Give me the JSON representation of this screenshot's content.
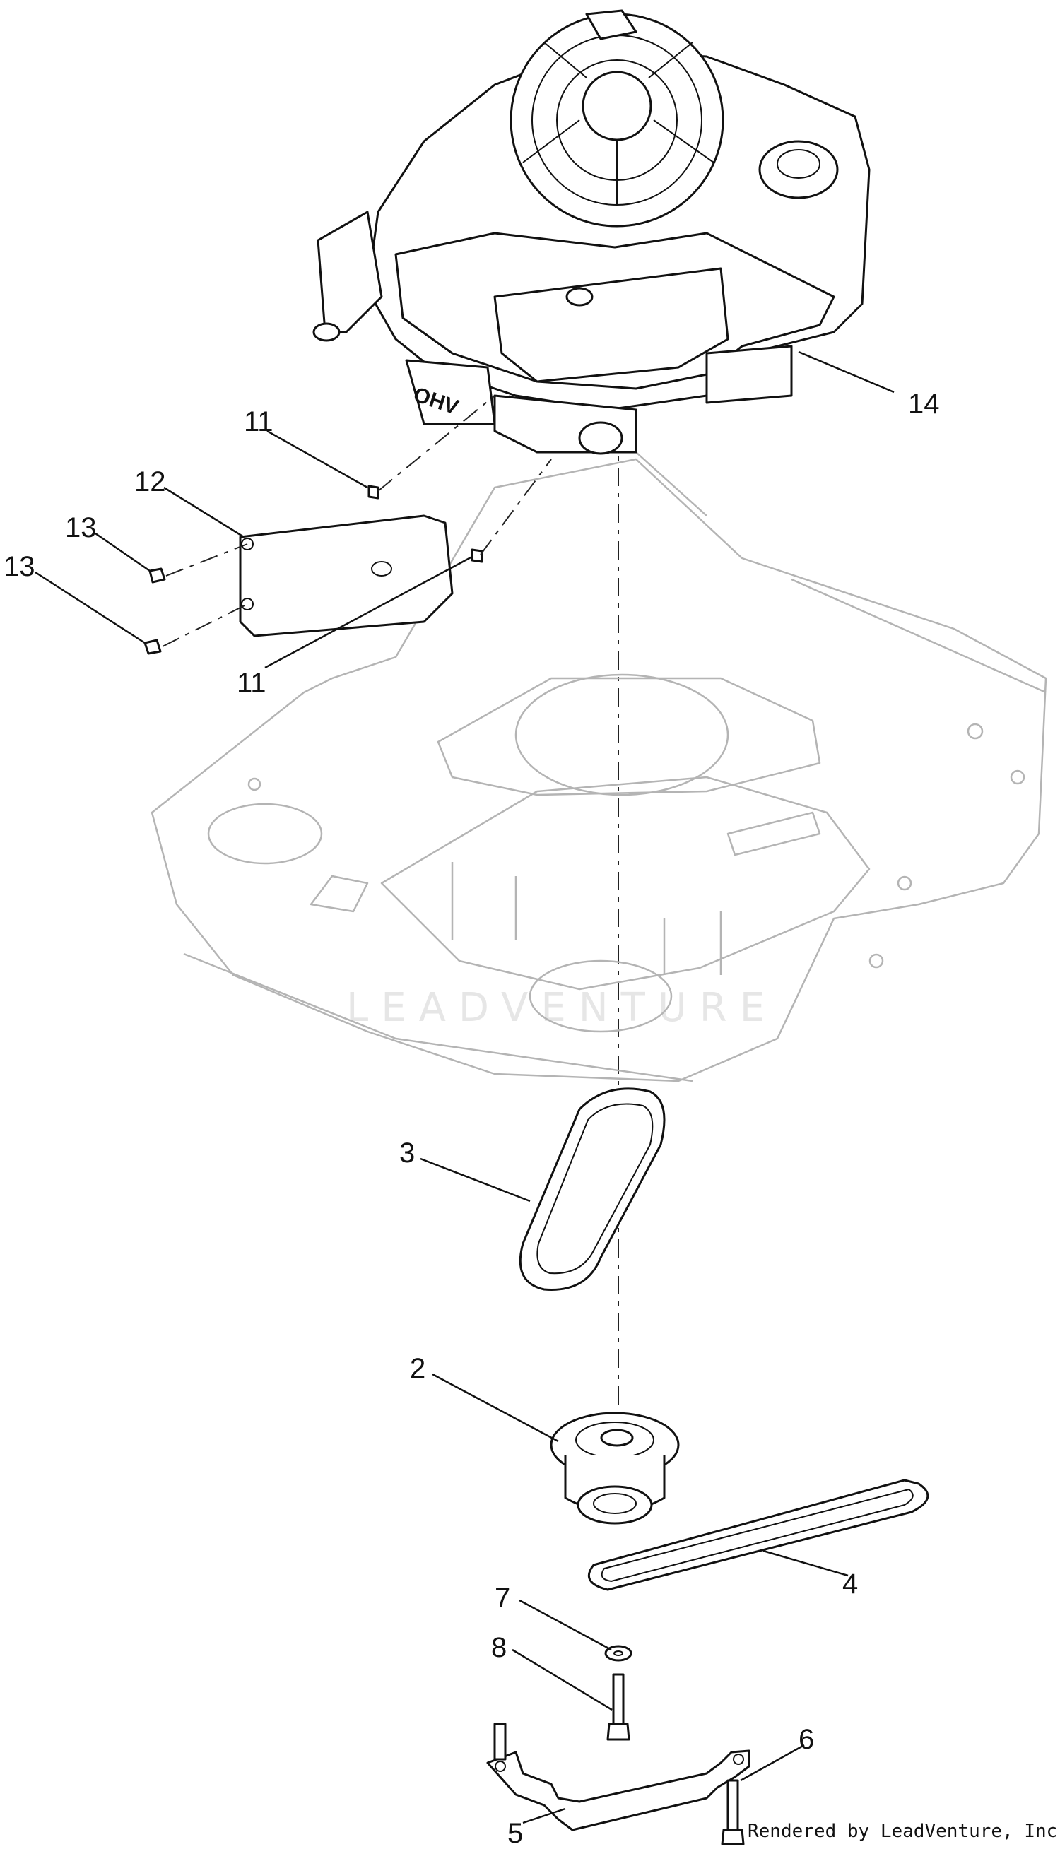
{
  "callouts": {
    "c14": "14",
    "c11a": "11",
    "c12": "12",
    "c13a": "13",
    "c13b": "13",
    "c11b": "11",
    "c3": "3",
    "c2": "2",
    "c4": "4",
    "c7": "7",
    "c8": "8",
    "c6": "6",
    "c5": "5"
  },
  "engine_label": "OHV",
  "watermark": "LEADVENTURE",
  "footer": "Rendered by LeadVenture, Inc.",
  "colors": {
    "ink": "#111111",
    "deck": "#b4b4b4",
    "watermark": "#e6e6e6"
  }
}
